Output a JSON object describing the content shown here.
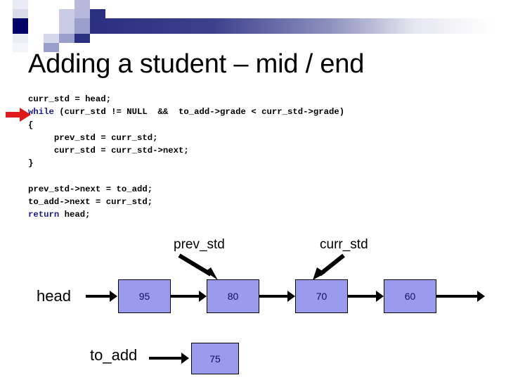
{
  "slide": {
    "title": "Adding a student – mid / end",
    "decor": {
      "accent_dark": "#1b1b8f",
      "accent_navy": "#2b2f7f",
      "node_fill": "#9b9bee",
      "marker_red": "#e01b1b"
    }
  },
  "code": {
    "lines": [
      {
        "text": "curr_std = head;",
        "keyword": ""
      },
      {
        "keyword": "while",
        "text": " (curr_std != NULL  &&  to_add->grade < curr_std->grade)"
      },
      {
        "text": "{",
        "keyword": ""
      },
      {
        "text": "     prev_std = curr_std;",
        "keyword": ""
      },
      {
        "text": "     curr_std = curr_std->next;",
        "keyword": ""
      },
      {
        "text": "}",
        "keyword": ""
      },
      {
        "text": "",
        "keyword": ""
      },
      {
        "text": "prev_std->next = to_add;",
        "keyword": ""
      },
      {
        "text": "to_add->next = curr_std;",
        "keyword": ""
      },
      {
        "keyword": "return",
        "text": " head;"
      }
    ],
    "marker": "red-right-arrow"
  },
  "diagram": {
    "pointers": [
      {
        "name": "prev_std"
      },
      {
        "name": "curr_std"
      }
    ],
    "head_label": "head",
    "to_add_label": "to_add",
    "list_nodes": [
      {
        "value": "95"
      },
      {
        "value": "80"
      },
      {
        "value": "70"
      },
      {
        "value": "60"
      }
    ],
    "new_node": {
      "value": "75"
    }
  }
}
